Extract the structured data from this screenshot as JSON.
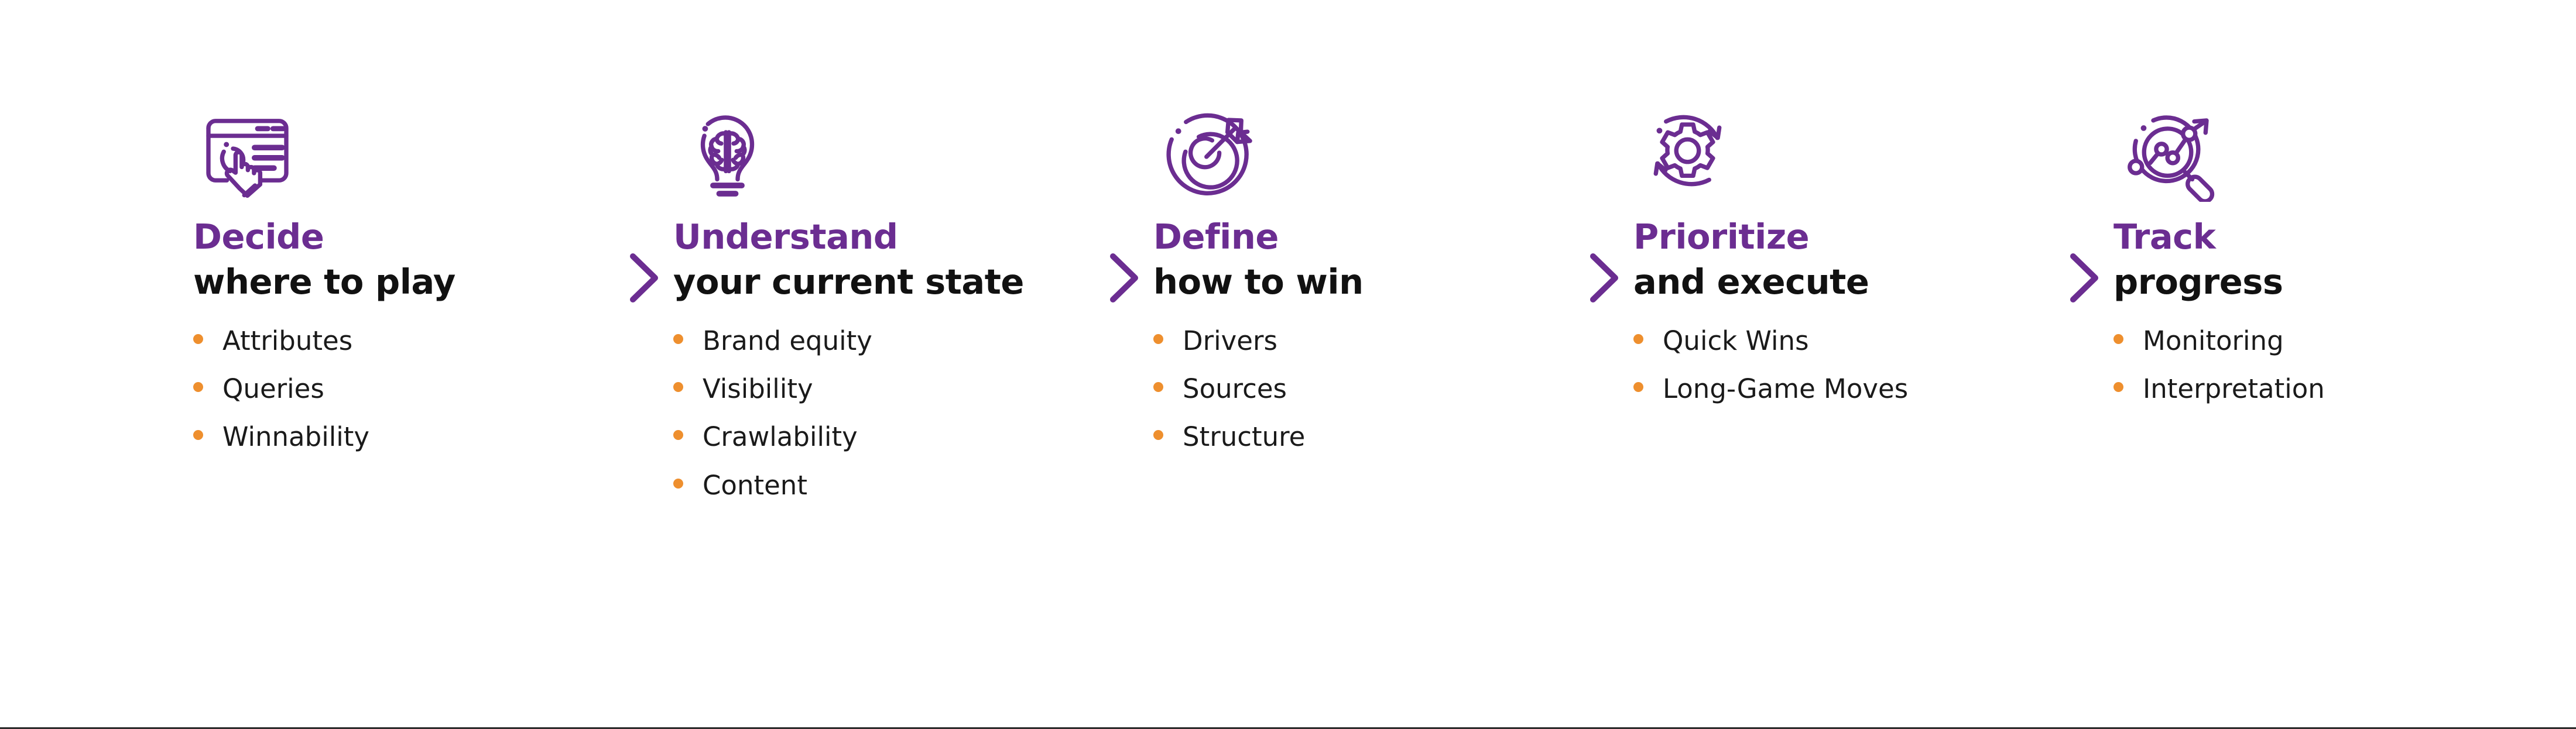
{
  "colors": {
    "purple": "#6B2D91",
    "orange": "#EE8F2E",
    "black": "#111111",
    "background": "#FFFFFF",
    "bottom_rule": "#2B2B2B"
  },
  "steps": [
    {
      "icon": "browser-click-icon",
      "title_primary": "Decide",
      "title_secondary": "where to play",
      "bullets": [
        "Attributes",
        "Queries",
        "Winnability"
      ]
    },
    {
      "icon": "lightbulb-brain-icon",
      "title_primary": "Understand",
      "title_secondary": "your current state",
      "bullets": [
        "Brand equity",
        "Visibility",
        "Crawlability",
        "Content"
      ]
    },
    {
      "icon": "target-arrow-icon",
      "title_primary": "Define",
      "title_secondary": "how to win",
      "bullets": [
        "Drivers",
        "Sources",
        "Structure"
      ]
    },
    {
      "icon": "gear-cycle-icon",
      "title_primary": "Prioritize",
      "title_secondary": "and execute",
      "bullets": [
        "Quick Wins",
        "Long-Game Moves"
      ]
    },
    {
      "icon": "magnifier-chart-icon",
      "title_primary": "Track",
      "title_secondary": "progress",
      "bullets": [
        "Monitoring",
        "Interpretation"
      ]
    }
  ],
  "separators": [
    {
      "icon": "chevron-right-icon"
    },
    {
      "icon": "chevron-right-icon"
    },
    {
      "icon": "chevron-right-icon"
    },
    {
      "icon": "chevron-right-icon"
    }
  ]
}
